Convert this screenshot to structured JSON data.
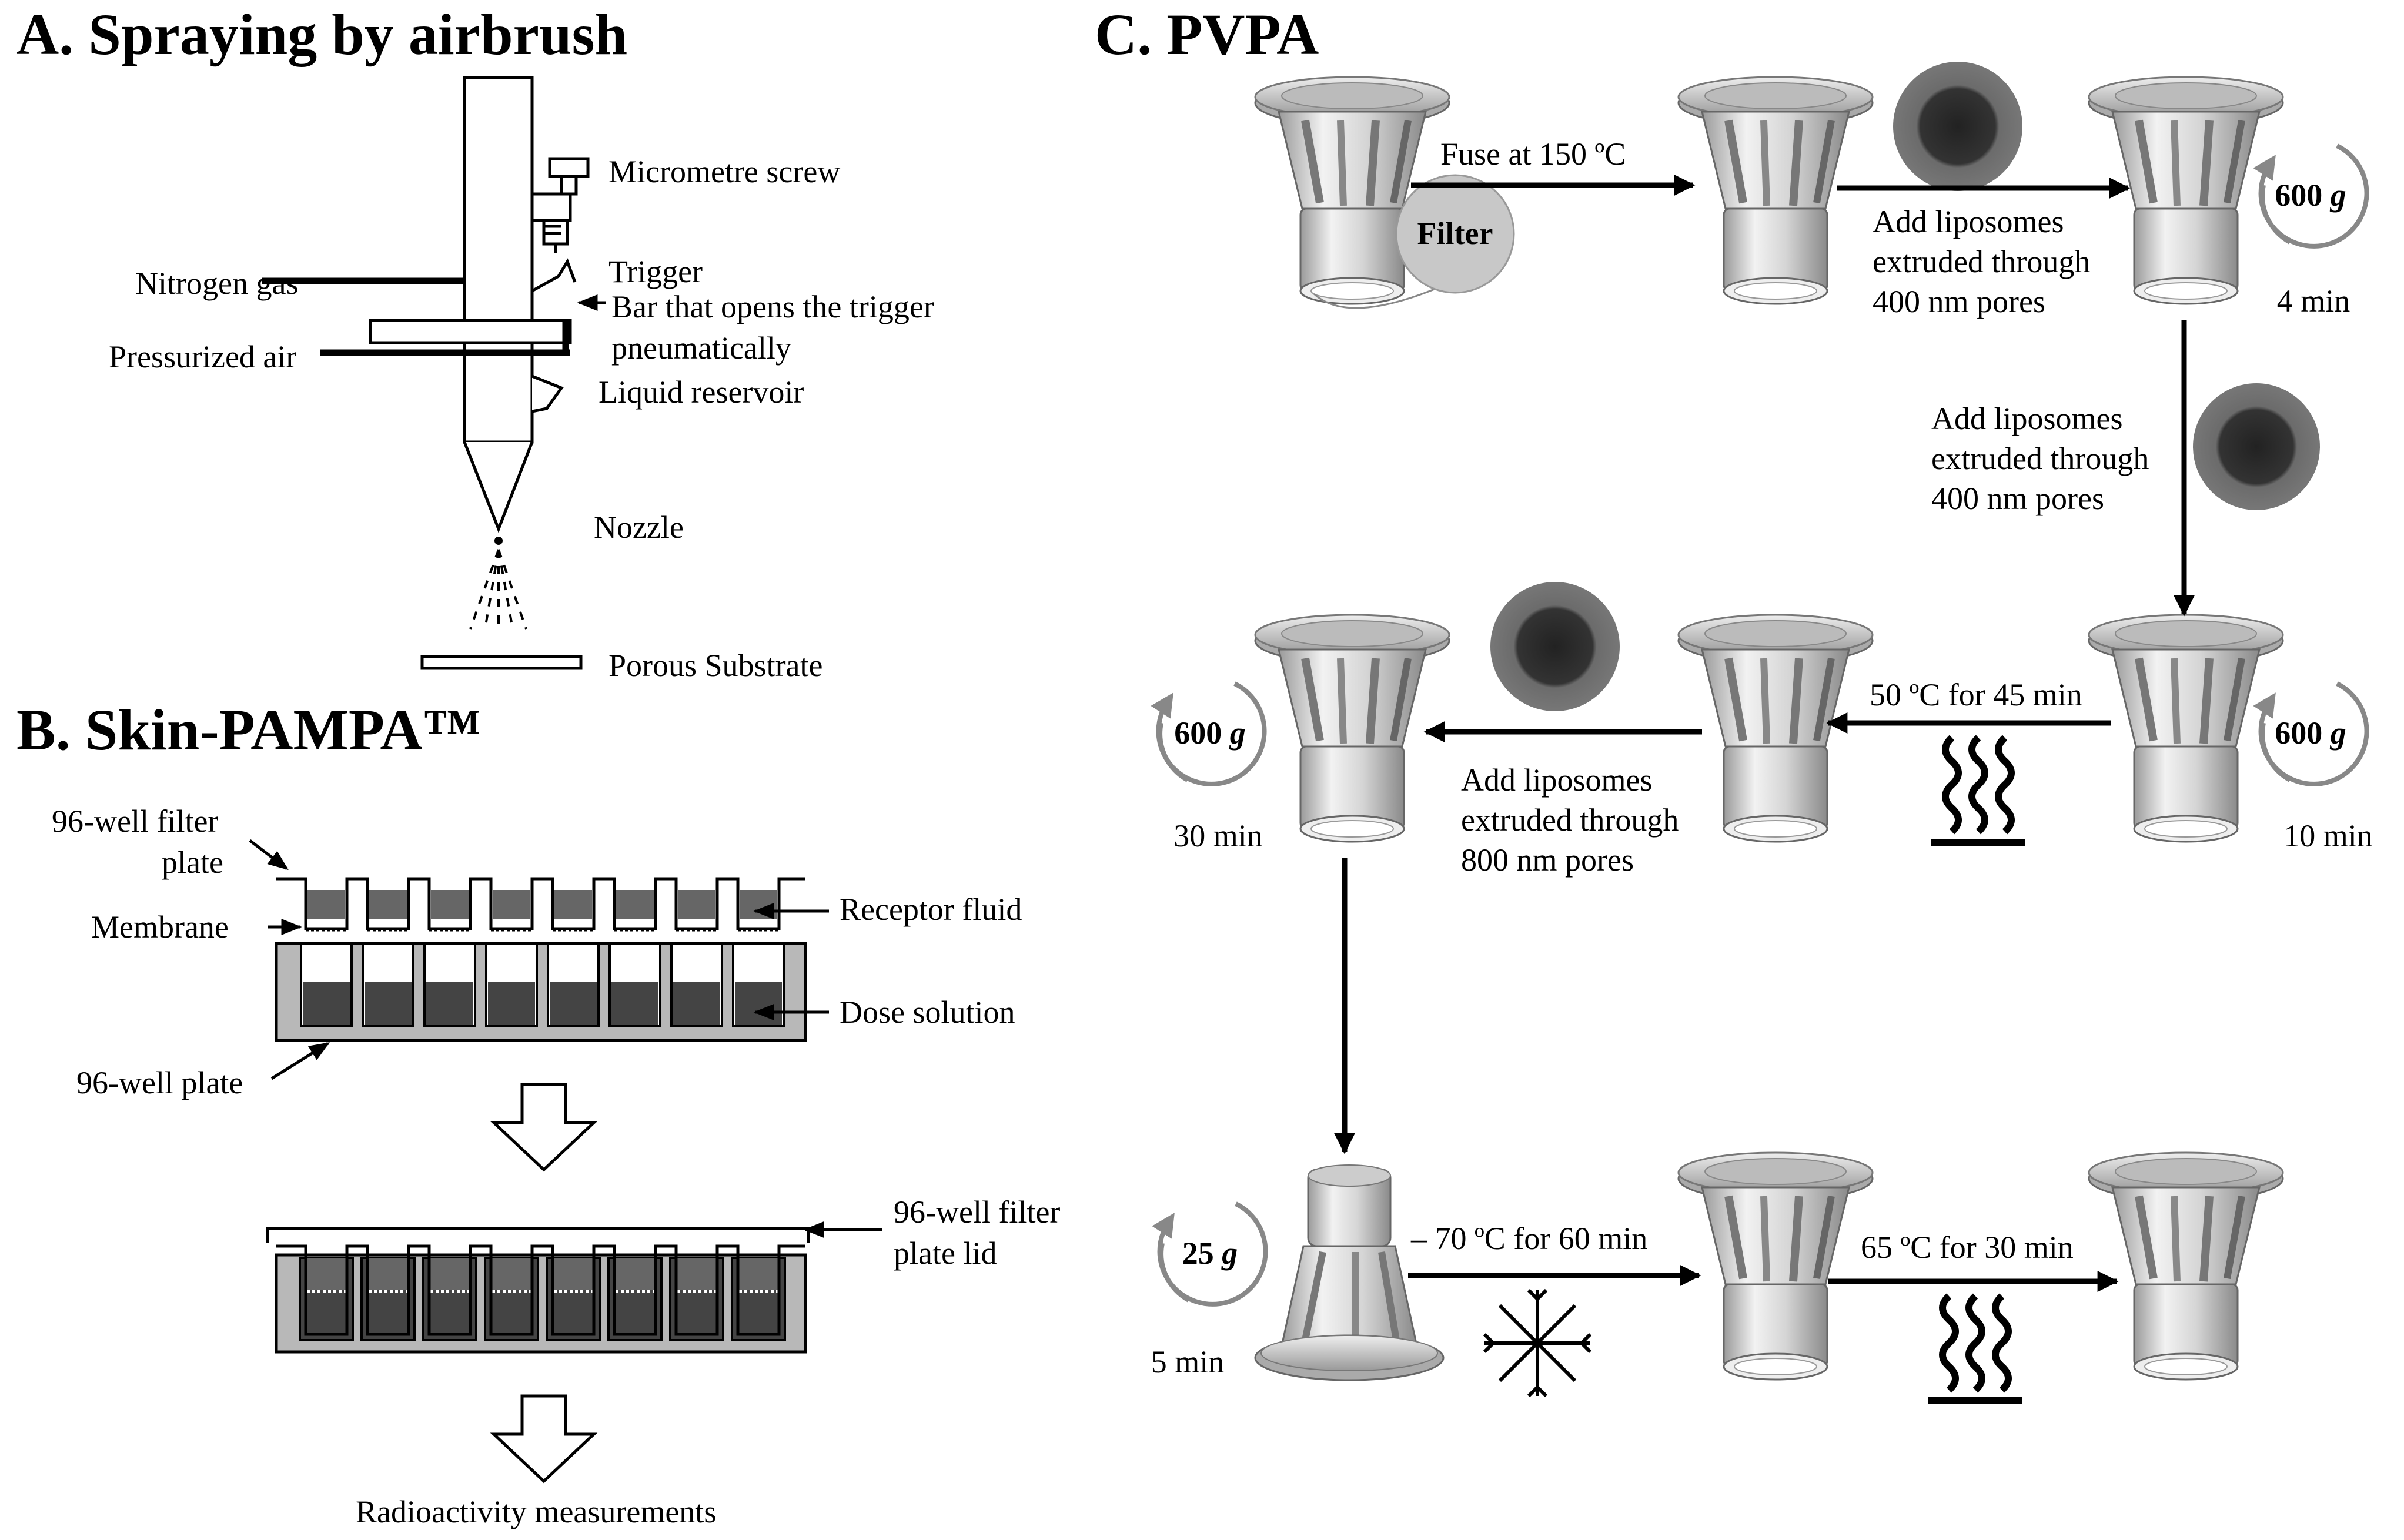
{
  "panel_a": {
    "title": "A. Spraying by airbrush",
    "labels": {
      "micrometre_screw": "Micrometre screw",
      "trigger": "Trigger",
      "bar_line1": "Bar that opens the trigger",
      "bar_line2": "pneumatically",
      "liquid_reservoir": "Liquid reservoir",
      "nitrogen_gas": "Nitrogen gas",
      "pressurized_air": "Pressurized air",
      "nozzle": "Nozzle",
      "porous_substrate": "Porous Substrate"
    }
  },
  "panel_b": {
    "title": "B. Skin-PAMPA™",
    "labels": {
      "filter_plate_line1": "96-well filter",
      "filter_plate_line2": "plate",
      "membrane": "Membrane",
      "receptor_fluid": "Receptor fluid",
      "dose_solution": "Dose solution",
      "well_plate": "96-well plate",
      "lid_line1": "96-well filter",
      "lid_line2": "plate lid",
      "radioactivity": "Radioactivity measurements"
    },
    "well_count": 8
  },
  "panel_c": {
    "title": "C. PVPA",
    "labels": {
      "filter": "Filter",
      "fuse": "Fuse at 150 ºC",
      "add_400_a": [
        "Add liposomes",
        "extruded through",
        "400 nm pores"
      ],
      "add_400_b": [
        "Add liposomes",
        "extruded through",
        "400 nm pores"
      ],
      "add_800": [
        "Add liposomes",
        "extruded through",
        "800 nm pores"
      ],
      "heat_50": "50 ºC for 45 min",
      "freeze_70": "– 70 ºC for 60 min",
      "heat_65": "65 ºC for 30 min"
    },
    "centrifuge_steps": [
      {
        "force": "600",
        "unit": "g",
        "time": "4 min"
      },
      {
        "force": "600",
        "unit": "g",
        "time": "10 min"
      },
      {
        "force": "600",
        "unit": "g",
        "time": "30 min"
      },
      {
        "force": "25",
        "unit": "g",
        "time": "5 min"
      }
    ]
  }
}
